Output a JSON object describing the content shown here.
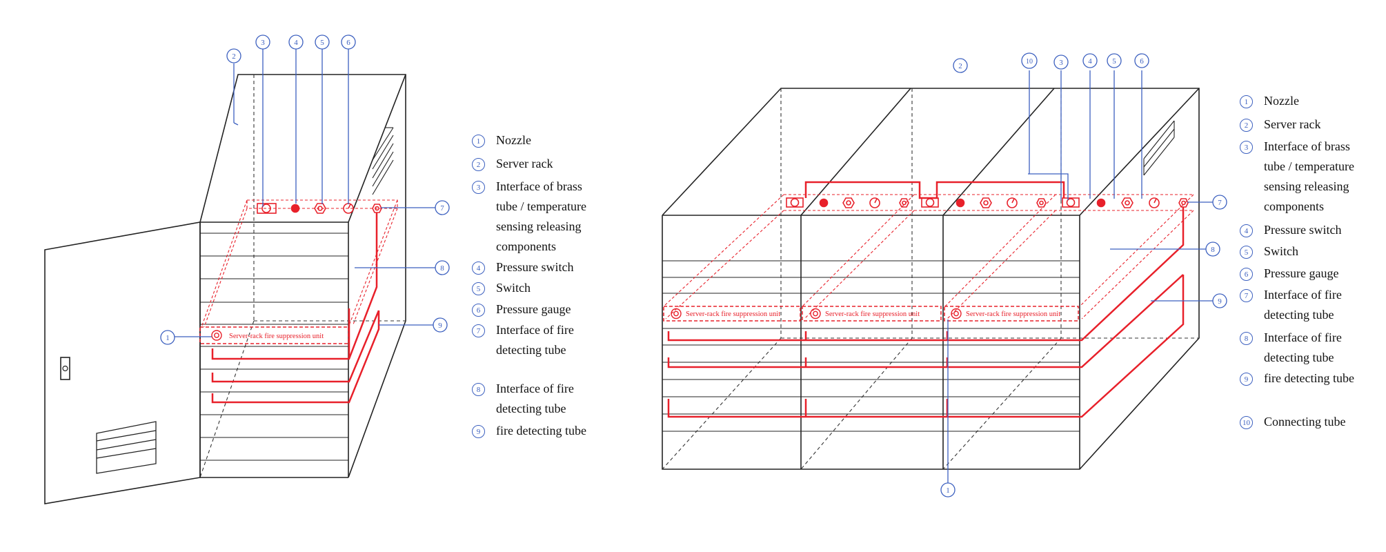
{
  "colors": {
    "outline": "#222222",
    "accent_red": "#e8202a",
    "callout_blue": "#3b5fbf",
    "background": "#ffffff"
  },
  "unit_label": "Server-rack fire suppression unit",
  "left_figure": {
    "legend": [
      {
        "num": "1",
        "text": "Nozzle"
      },
      {
        "num": "2",
        "text": "Server rack"
      },
      {
        "num": "3",
        "text": "Interface of brass tube / temperature sensing releasing components"
      },
      {
        "num": "4",
        "text": "Pressure switch"
      },
      {
        "num": "5",
        "text": "Switch"
      },
      {
        "num": "6",
        "text": "Pressure gauge"
      },
      {
        "num": "7",
        "text": "Interface of fire detecting tube"
      },
      {
        "num": "8",
        "text": "Interface of fire detecting tube"
      },
      {
        "num": "9",
        "text": "fire detecting tube"
      }
    ]
  },
  "right_figure": {
    "legend": [
      {
        "num": "1",
        "text": "Nozzle"
      },
      {
        "num": "2",
        "text": "Server rack"
      },
      {
        "num": "3",
        "text": "Interface of brass tube / temperature sensing releasing components"
      },
      {
        "num": "4",
        "text": "Pressure switch"
      },
      {
        "num": "5",
        "text": "Switch"
      },
      {
        "num": "6",
        "text": "Pressure gauge"
      },
      {
        "num": "7",
        "text": "Interface of fire detecting tube"
      },
      {
        "num": "8",
        "text": "Interface of fire detecting tube"
      },
      {
        "num": "9",
        "text": "fire detecting tube"
      },
      {
        "num": "10",
        "text": "Connecting tube"
      }
    ]
  }
}
